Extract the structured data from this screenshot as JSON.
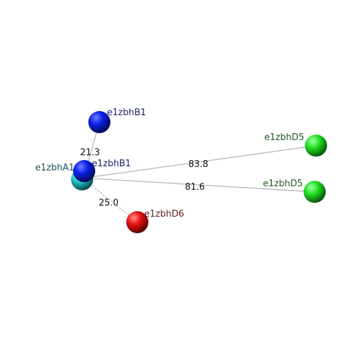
{
  "nodes": [
    {
      "id": "b1_top",
      "label": "e1zbhB1",
      "color": "#0a1fe6",
      "label_color": "#1a1f66"
    },
    {
      "id": "a_cyan",
      "label": "e1zbhA1",
      "color": "#1ec8c8",
      "label_color": "#1a5555"
    },
    {
      "id": "b1_mid",
      "label": "e1zbhB1",
      "color": "#0a1fe6",
      "label_color": "#1a1f66"
    },
    {
      "id": "d5_top",
      "label": "e1zbhD5",
      "color": "#20e020",
      "label_color": "#1e5a1e"
    },
    {
      "id": "d5_bot",
      "label": "e1zbhD5",
      "color": "#20e020",
      "label_color": "#1e5a1e"
    },
    {
      "id": "d6",
      "label": "e1zbhD6",
      "color": "#e81010",
      "label_color": "#5a1e1e"
    }
  ],
  "edges": [
    {
      "from": "b1_top",
      "to": "b1_mid",
      "label": "21.3"
    },
    {
      "from": "a_cyan",
      "to": "d5_top",
      "label": "83.8"
    },
    {
      "from": "a_cyan",
      "to": "d5_bot",
      "label": "81.6"
    },
    {
      "from": "a_cyan",
      "to": "d6",
      "label": "25.0"
    }
  ]
}
